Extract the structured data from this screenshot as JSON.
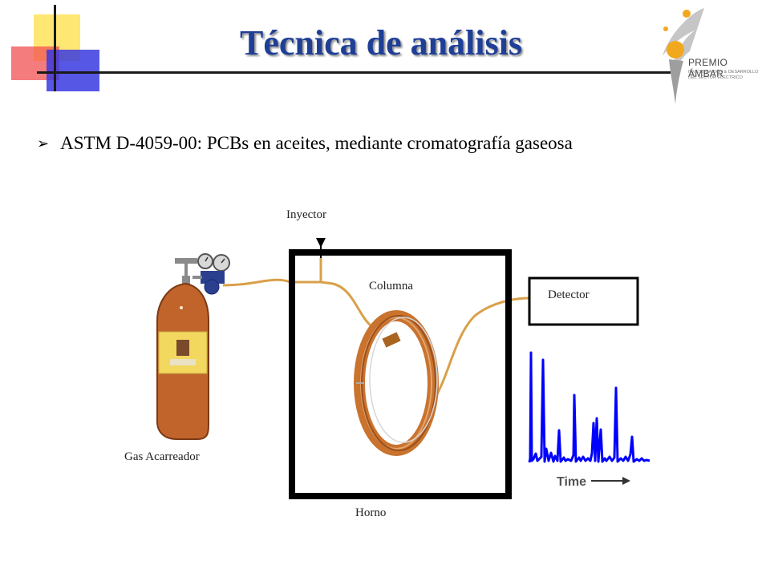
{
  "header": {
    "title": "Técnica de análisis"
  },
  "logo": {
    "name": "PREMIO ÁMBAR",
    "subtitle_line1": "INVESTIGACIÓN & DESARROLLO",
    "subtitle_line2": "DEL SECTOR ELÉCTRICO"
  },
  "bullet": {
    "text": "ASTM D-4059-00: PCBs en aceites, mediante cromatografía gaseosa"
  },
  "diagram": {
    "injector_label": "Inyector",
    "column_label": "Columna",
    "detector_label": "Detector",
    "carrier_gas_label": "Gas Acarreador",
    "oven_label": "Horno",
    "chromatogram_axis_label": "Time"
  },
  "colors": {
    "title": "#1f3f97",
    "tube": "#d9a04a",
    "coil": "#c9732e",
    "cylinder": "#c0642c",
    "signal": "#0000ff"
  }
}
